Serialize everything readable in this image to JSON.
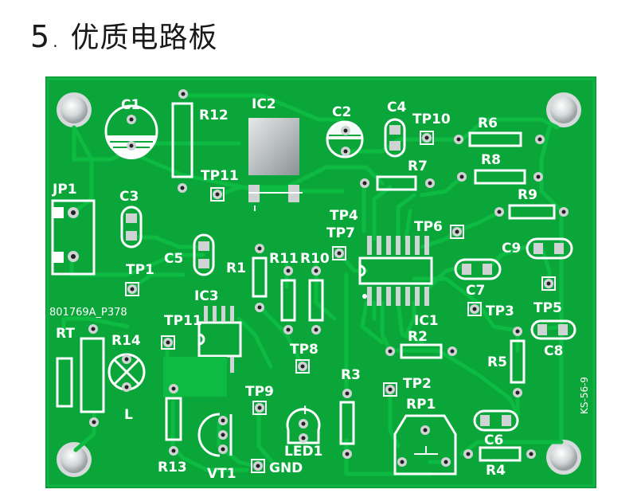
{
  "heading": {
    "number": "5",
    "dot": ".",
    "title": "优质电路板"
  },
  "colors": {
    "board": "#0aa63a",
    "trace": "#0dbb42",
    "silk": "#ffffff",
    "pad": "#cfd3d4",
    "hole": "#222222"
  },
  "silk": {
    "c1": "C1",
    "r12": "R12",
    "ic2": "IC2",
    "c2": "C2",
    "c4": "C4",
    "tp10": "TP10",
    "r6": "R6",
    "r7": "R7",
    "r8": "R8",
    "r9": "R9",
    "tp11a": "TP11",
    "jp1": "JP1",
    "c3": "C3",
    "tp4": "TP4",
    "tp7": "TP7",
    "tp6": "TP6",
    "c5": "C5",
    "r1": "R1",
    "r11": "R11",
    "r10": "R10",
    "c9": "C9",
    "tp1": "TP1",
    "ic3": "IC3",
    "c7": "C7",
    "part": "801769A_P378",
    "tp3": "TP3",
    "tp5": "TP5",
    "rt": "RT",
    "tp11b": "TP11",
    "ic1": "IC1",
    "r14": "R14",
    "r2": "R2",
    "c8": "C8",
    "tp8": "TP8",
    "r5": "R5",
    "r3": "R3",
    "tp2": "TP2",
    "tp9": "TP9",
    "rp1": "RP1",
    "l": "L",
    "ks": "KS-56-9",
    "c6": "C6",
    "led1": "LED1",
    "r13": "R13",
    "vt1": "VT1",
    "gnd": "GND",
    "r4": "R4",
    "plus": "+"
  }
}
